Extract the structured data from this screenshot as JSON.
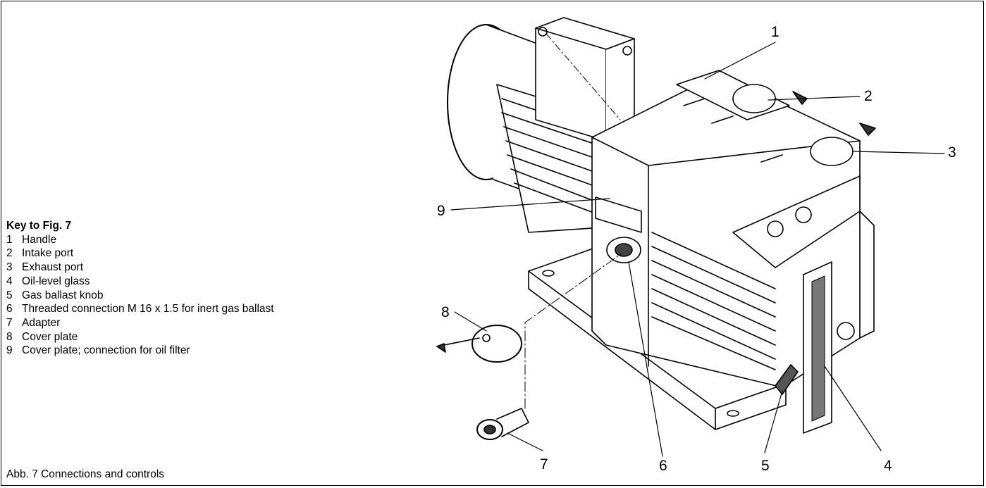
{
  "key": {
    "title": "Key to Fig. 7",
    "items": [
      {
        "num": "1",
        "label": "Handle"
      },
      {
        "num": "2",
        "label": "Intake port"
      },
      {
        "num": "3",
        "label": "Exhaust port"
      },
      {
        "num": "4",
        "label": "Oil-level glass"
      },
      {
        "num": "5",
        "label": "Gas ballast knob"
      },
      {
        "num": "6",
        "label": "Threaded connection M 16 x 1.5 for inert gas ballast"
      },
      {
        "num": "7",
        "label": "Adapter"
      },
      {
        "num": "8",
        "label": "Cover plate"
      },
      {
        "num": "9",
        "label": "Cover plate; connection for oil filter"
      }
    ]
  },
  "caption": "Abb. 7  Connections and controls",
  "callouts": [
    "1",
    "2",
    "3",
    "4",
    "5",
    "6",
    "7",
    "8",
    "9"
  ]
}
